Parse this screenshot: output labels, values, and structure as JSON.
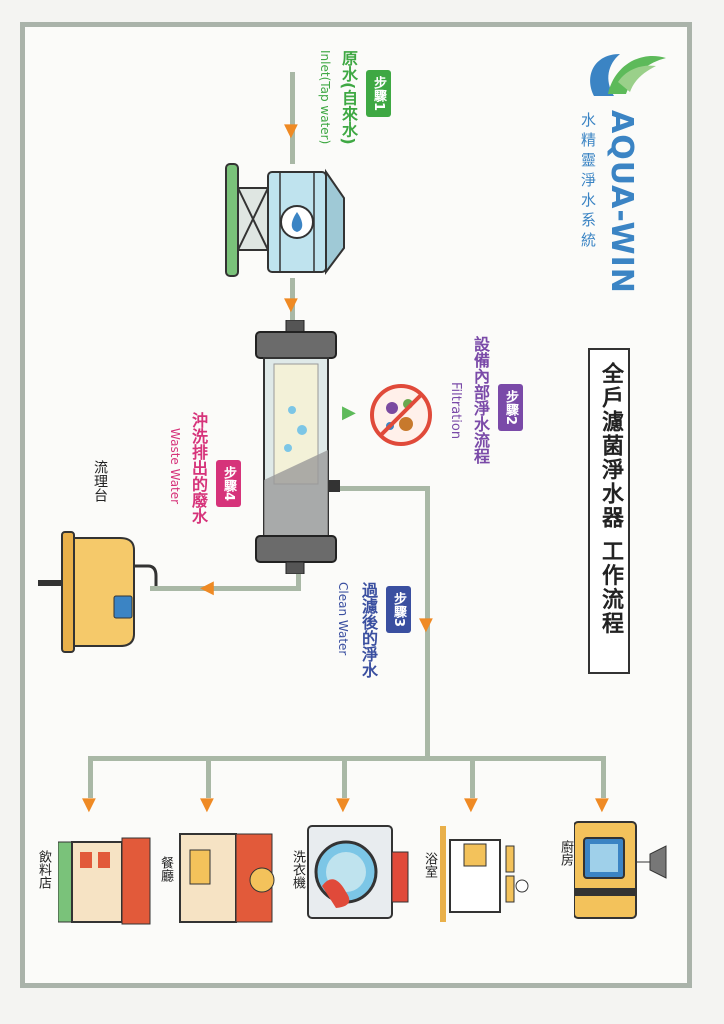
{
  "brand": {
    "name": "AQUA-WIN",
    "subtitle": "水精靈淨水系統"
  },
  "title": "全戶濾菌淨水器 工作流程",
  "steps": [
    {
      "badge": "步驟1",
      "zh": "原水(自來水)",
      "en": "Inlet(Tap water)",
      "color": "#3ea843"
    },
    {
      "badge": "步驟2",
      "zh": "設備內部淨水流程",
      "en": "Filtration",
      "color": "#7a4aa8"
    },
    {
      "badge": "步驟3",
      "zh": "過濾後的淨水",
      "en": "Clean Water",
      "color": "#3a4fa0"
    },
    {
      "badge": "步驟4",
      "zh": "沖洗排出的廢水",
      "en": "Waste Water",
      "color": "#d6337a"
    }
  ],
  "sink_label": "流理台",
  "destinations": [
    {
      "label": "廚房",
      "icon": "kitchen-icon"
    },
    {
      "label": "浴室",
      "icon": "bathtub-icon"
    },
    {
      "label": "洗衣機",
      "icon": "washing-machine-icon"
    },
    {
      "label": "餐廳",
      "icon": "restaurant-icon"
    },
    {
      "label": "飲料店",
      "icon": "drink-shop-icon"
    }
  ],
  "colors": {
    "pipe": "#a9b8a6",
    "arrow": "#ef8a24",
    "brand_blue": "#3b84c4",
    "brand_green": "#5dba5a"
  }
}
